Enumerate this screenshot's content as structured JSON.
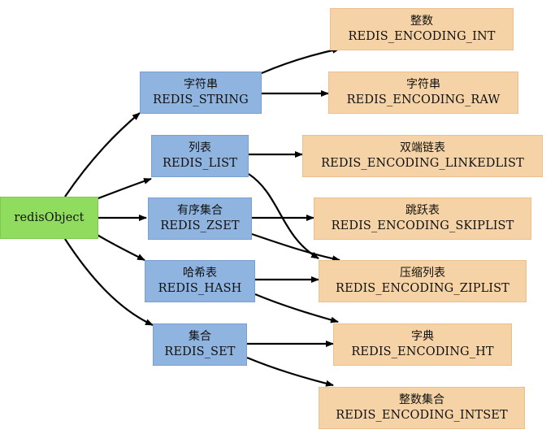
{
  "root": {
    "label": "redisObject"
  },
  "types": [
    {
      "zh": "字符串",
      "en": "REDIS_STRING"
    },
    {
      "zh": "列表",
      "en": "REDIS_LIST"
    },
    {
      "zh": "有序集合",
      "en": "REDIS_ZSET"
    },
    {
      "zh": "哈希表",
      "en": "REDIS_HASH"
    },
    {
      "zh": "集合",
      "en": "REDIS_SET"
    }
  ],
  "encodings": [
    {
      "zh": "整数",
      "en": "REDIS_ENCODING_INT"
    },
    {
      "zh": "字符串",
      "en": "REDIS_ENCODING_RAW"
    },
    {
      "zh": "双端链表",
      "en": "REDIS_ENCODING_LINKEDLIST"
    },
    {
      "zh": "跳跃表",
      "en": "REDIS_ENCODING_SKIPLIST"
    },
    {
      "zh": "压缩列表",
      "en": "REDIS_ENCODING_ZIPLIST"
    },
    {
      "zh": "字典",
      "en": "REDIS_ENCODING_HT"
    },
    {
      "zh": "整数集合",
      "en": "REDIS_ENCODING_INTSET"
    }
  ],
  "colors": {
    "type_fill": "#8fb4e0",
    "encoding_fill": "#f5d3a6",
    "root_fill": "#8fdc5e",
    "edge": "#000000"
  }
}
